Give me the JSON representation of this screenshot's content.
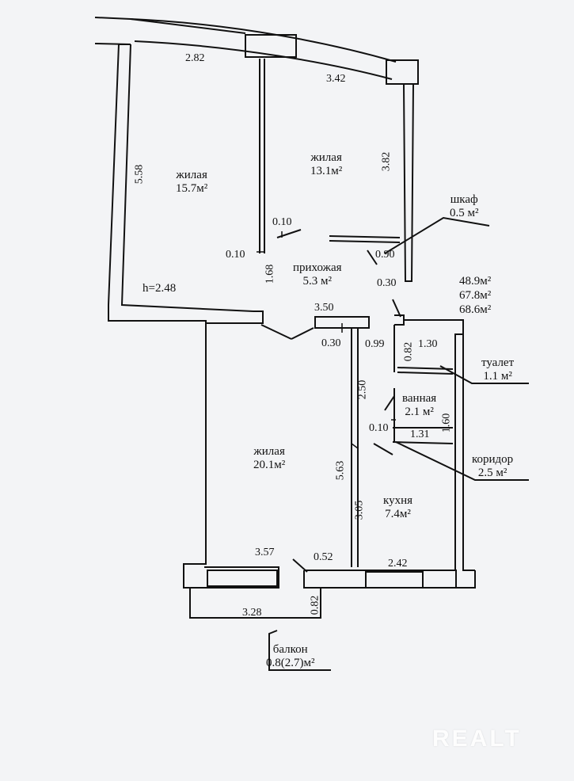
{
  "rooms": {
    "living1": {
      "name": "жилая",
      "area": "15.7м²"
    },
    "living2": {
      "name": "жилая",
      "area": "13.1м²"
    },
    "hallway": {
      "name": "прихожая",
      "area": "5.3 м²"
    },
    "closet": {
      "name": "шкаф",
      "area": "0.5 м²"
    },
    "living3": {
      "name": "жилая",
      "area": "20.1м²"
    },
    "kitchen": {
      "name": "кухня",
      "area": "7.4м²"
    },
    "bathroom": {
      "name": "ванная",
      "area": "2.1 м²"
    },
    "toilet": {
      "name": "туалет",
      "area": "1.1 м²"
    },
    "corridor": {
      "name": "коридор",
      "area": "2.5 м²"
    },
    "balcony": {
      "name": "балкон",
      "area": "0.8(2.7)м²"
    }
  },
  "totals": [
    "48.9м²",
    "67.8м²",
    "68.6м²"
  ],
  "ceiling_height": "h=2.48",
  "dimensions": {
    "d_2_82": "2.82",
    "d_3_42": "3.42",
    "d_5_58": "5.58",
    "d_3_82": "3.82",
    "d_0_10_a": "0.10",
    "d_0_10_b": "0.10",
    "d_1_68": "1.68",
    "d_0_90": "0.90",
    "d_0_30_a": "0.30",
    "d_3_50": "3.50",
    "d_0_30_b": "0.30",
    "d_0_99": "0.99",
    "d_0_82_a": "0.82",
    "d_1_30": "1.30",
    "d_2_50": "2.50",
    "d_1_60": "1.60",
    "d_0_10_c": "0.10",
    "d_1_31": "1.31",
    "d_5_63": "5.63",
    "d_3_05": "3.05",
    "d_3_57": "3.57",
    "d_0_52": "0.52",
    "d_2_42": "2.42",
    "d_3_28": "3.28",
    "d_0_82_b": "0.82"
  },
  "watermark": "REALT"
}
